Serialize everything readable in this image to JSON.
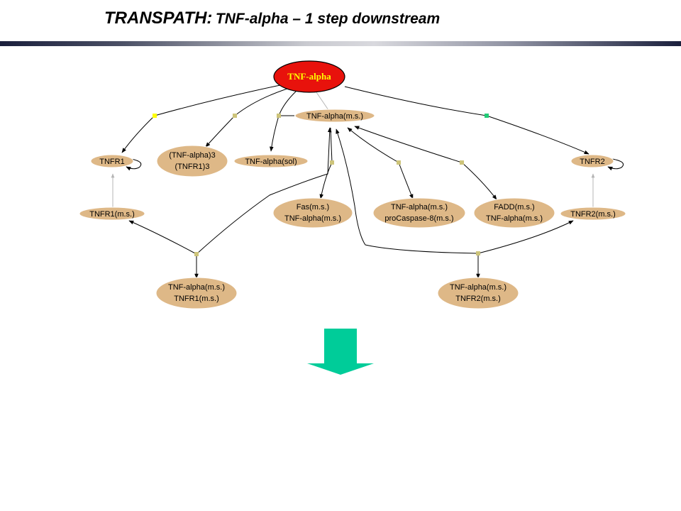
{
  "title": {
    "main": "TRANSPATH:",
    "sub": "TNF-alpha – 1 step downstream"
  },
  "colors": {
    "root_fill": "#e8120c",
    "node_fill": "#deb887",
    "edge": "#000000",
    "edge_light": "#b5b5b5",
    "junction": "#cdc47a",
    "junction_yellow": "#ffff00",
    "junction_green": "#22cc77",
    "arrow": "#00cc99"
  },
  "nodes": {
    "tnf_alpha": "TNF-alpha",
    "tnf_alpha_ms": "TNF-alpha(m.s.)",
    "tnfr1": "TNFR1",
    "tnf_tnfr1_3": [
      "(TNF-alpha)3",
      "(TNFR1)3"
    ],
    "tnf_alpha_sol": "TNF-alpha(sol)",
    "tnfr2": "TNFR2",
    "tnfr1_ms": "TNFR1(m.s.)",
    "fas_complex": [
      "Fas(m.s.)",
      "TNF-alpha(m.s.)"
    ],
    "casp8_complex": [
      "TNF-alpha(m.s.)",
      "proCaspase-8(m.s.)"
    ],
    "fadd_complex": [
      "FADD(m.s.)",
      "TNF-alpha(m.s.)"
    ],
    "tnfr2_ms": "TNFR2(m.s.)",
    "tnfr1_complex": [
      "TNF-alpha(m.s.)",
      "TNFR1(m.s.)"
    ],
    "tnfr2_complex": [
      "TNF-alpha(m.s.)",
      "TNFR2(m.s.)"
    ]
  },
  "icons": {
    "down_arrow": "down-arrow-icon"
  }
}
